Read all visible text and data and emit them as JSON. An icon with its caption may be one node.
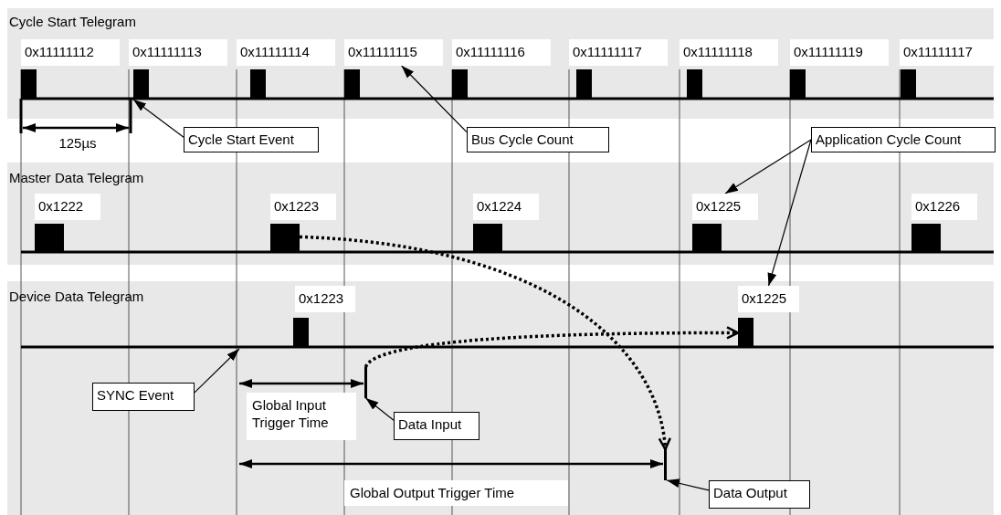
{
  "diagram": {
    "nodes": [
      {
        "text": [
          "Cycle Start Telegram"
        ]
      },
      {
        "text": [
          "0x11111112"
        ],
        "in": 0
      },
      {
        "text": [
          "0x11111113"
        ],
        "in": 0
      },
      {
        "text": [
          "0x11111114"
        ],
        "in": 0
      },
      {
        "text": [
          "0x11111115"
        ],
        "in": 0
      },
      {
        "text": [
          "0x11111116"
        ],
        "in": 0
      },
      {
        "text": [
          "0x11111117"
        ],
        "in": 0
      },
      {
        "text": [
          "0x11111118"
        ],
        "in": 0
      },
      {
        "text": [
          "0x11111119"
        ],
        "in": 0
      },
      {
        "text": [
          "0x11111117"
        ],
        "in": 0
      },
      {
        "text": [],
        "shape": "bar",
        "in": 0
      },
      {
        "text": [],
        "shape": "bar",
        "in": 0
      },
      {
        "text": [],
        "shape": "bar",
        "in": 0
      },
      {
        "text": [],
        "shape": "bar",
        "in": 0
      },
      {
        "text": [],
        "shape": "bar",
        "in": 0
      },
      {
        "text": [],
        "shape": "bar",
        "in": 0
      },
      {
        "text": [],
        "shape": "bar",
        "in": 0
      },
      {
        "text": [],
        "shape": "bar",
        "in": 0
      },
      {
        "text": [],
        "shape": "bar",
        "in": 0
      },
      {
        "text": [
          "Master Data Telegram"
        ]
      },
      {
        "text": [
          "0x1222"
        ],
        "in": 19
      },
      {
        "text": [
          "0x1223"
        ],
        "in": 19
      },
      {
        "text": [
          "0x1224"
        ],
        "in": 19
      },
      {
        "text": [
          "0x1225"
        ],
        "in": 19
      },
      {
        "text": [
          "0x1226"
        ],
        "in": 19
      },
      {
        "text": [],
        "shape": "bar",
        "in": 19
      },
      {
        "text": [],
        "shape": "bar",
        "in": 19
      },
      {
        "text": [],
        "shape": "bar",
        "in": 19
      },
      {
        "text": [],
        "shape": "bar",
        "in": 19
      },
      {
        "text": [],
        "shape": "bar",
        "in": 19
      },
      {
        "text": [
          "Device Data Telegram"
        ]
      },
      {
        "text": [
          "0x1223"
        ],
        "in": 30
      },
      {
        "text": [
          "0x1225"
        ],
        "in": 30
      },
      {
        "text": [],
        "shape": "bar",
        "in": 30
      },
      {
        "text": [],
        "shape": "bar",
        "in": 30
      },
      {
        "text": [],
        "shape": "bar",
        "in": 30
      },
      {
        "text": [],
        "shape": "bar",
        "in": 30
      },
      {
        "text": [
          "Cycle Start Event"
        ]
      },
      {
        "text": [
          "Bus Cycle Count"
        ]
      },
      {
        "text": [
          "Application Cycle Count"
        ]
      },
      {
        "text": [
          "SYNC Event"
        ],
        "in": 30
      },
      {
        "text": [
          "Data Input"
        ],
        "in": 30
      },
      {
        "text": [
          "Data Output"
        ],
        "in": 30
      }
    ],
    "edges": [
      {
        "from": 37,
        "to": 11,
        "arrow": "to"
      },
      {
        "from": 38,
        "to": 4,
        "arrow": "to"
      },
      {
        "from": 39,
        "to": 23,
        "arrow": "to"
      },
      {
        "from": 39,
        "to": 32,
        "arrow": "to"
      },
      {
        "from": 40,
        "to": null,
        "arrow": "to"
      },
      {
        "from": 41,
        "to": 35,
        "arrow": "to"
      },
      {
        "from": 42,
        "to": 36,
        "arrow": "to"
      },
      {
        "from": 26,
        "to": 36,
        "arrow": "to",
        "style": "dashed"
      },
      {
        "from": 35,
        "to": 34,
        "arrow": "to",
        "style": "dashed"
      }
    ],
    "labels": [
      "125µs",
      "Global Input Trigger Time",
      "Global Output Trigger Time"
    ]
  }
}
